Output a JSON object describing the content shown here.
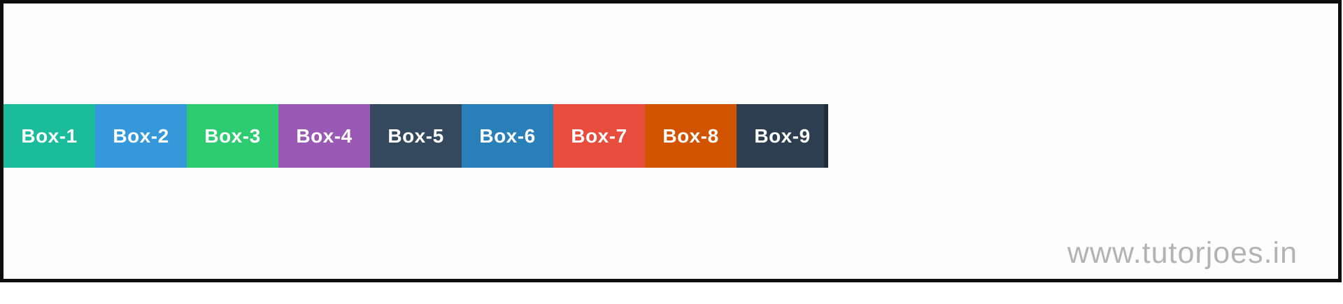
{
  "page": {
    "background": "#fdfdfd",
    "border_color": "#0d0d0d"
  },
  "boxes": [
    {
      "label": "Box-1",
      "color": "#1abc9c"
    },
    {
      "label": "Box-2",
      "color": "#3498db"
    },
    {
      "label": "Box-3",
      "color": "#2ecc71"
    },
    {
      "label": "Box-4",
      "color": "#9b59b6"
    },
    {
      "label": "Box-5",
      "color": "#34495e"
    },
    {
      "label": "Box-6",
      "color": "#2980b9"
    },
    {
      "label": "Box-7",
      "color": "#e74c3c"
    },
    {
      "label": "Box-8",
      "color": "#d35400"
    },
    {
      "label": "Box-9",
      "color": "#2c3e50"
    }
  ],
  "watermark": {
    "text": "www.tutorjoes.in",
    "color": "#b3b3b3"
  }
}
